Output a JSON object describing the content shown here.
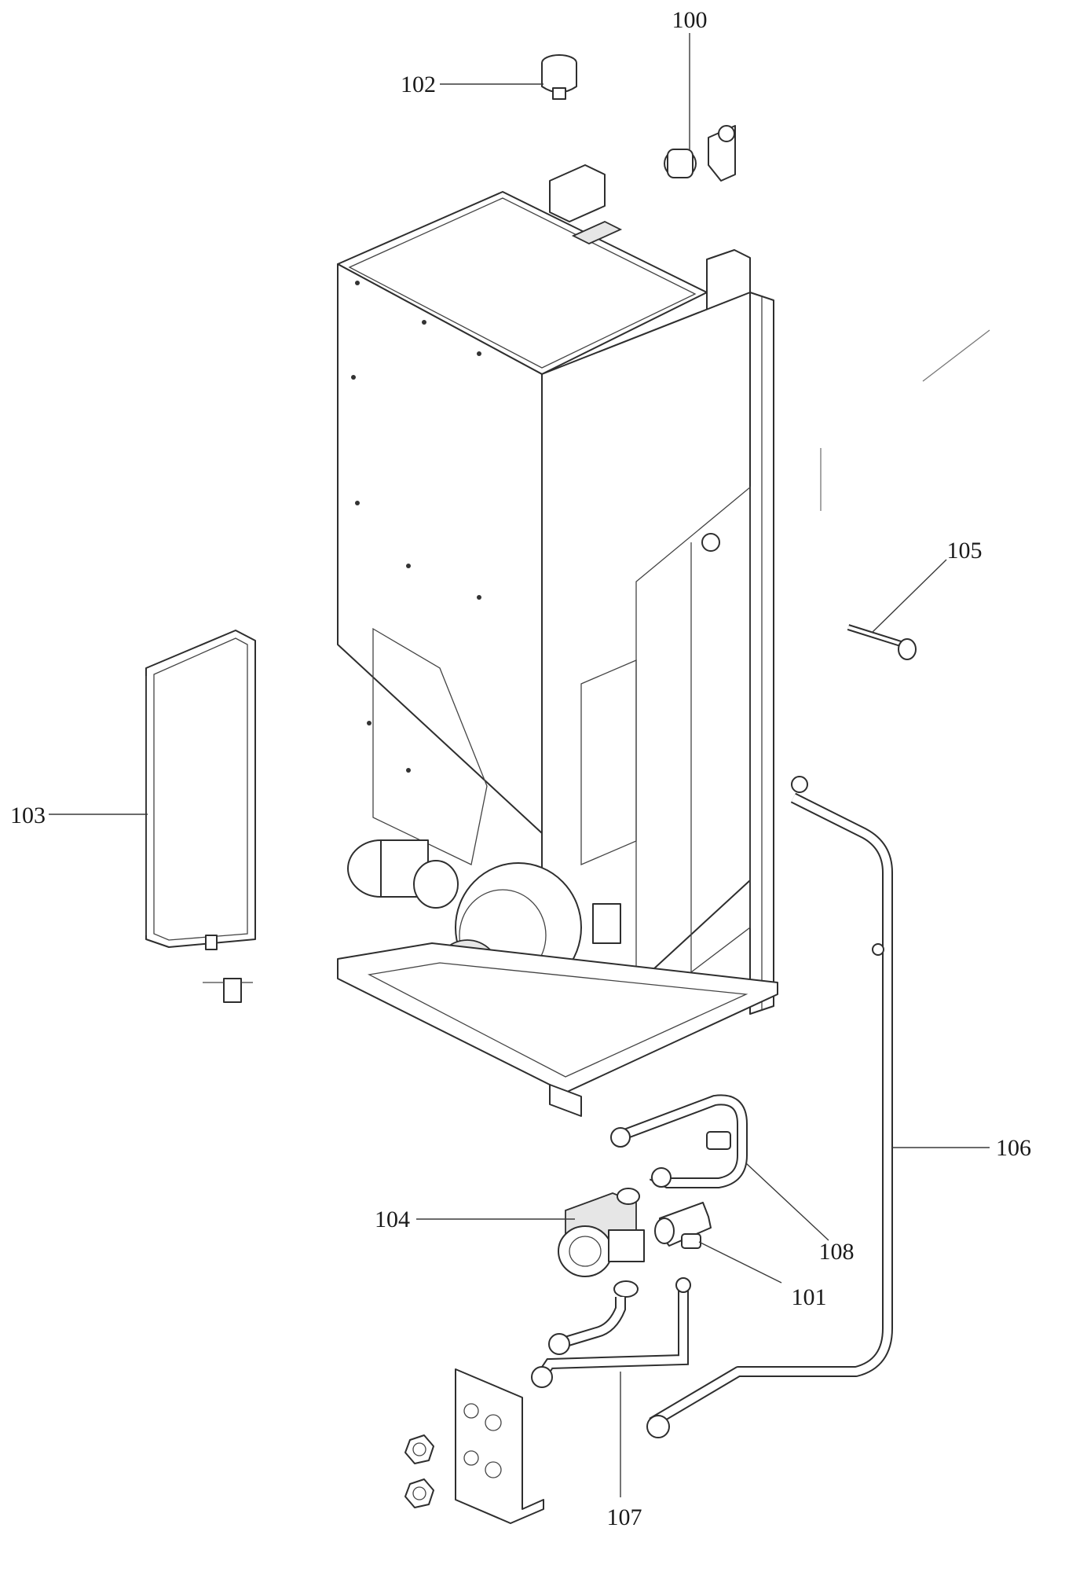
{
  "callouts": [
    {
      "id": "100",
      "label": "100"
    },
    {
      "id": "101",
      "label": "101"
    },
    {
      "id": "102",
      "label": "102"
    },
    {
      "id": "103",
      "label": "103"
    },
    {
      "id": "104",
      "label": "104"
    },
    {
      "id": "105",
      "label": "105"
    },
    {
      "id": "106",
      "label": "106"
    },
    {
      "id": "107",
      "label": "107"
    },
    {
      "id": "108",
      "label": "108"
    }
  ]
}
